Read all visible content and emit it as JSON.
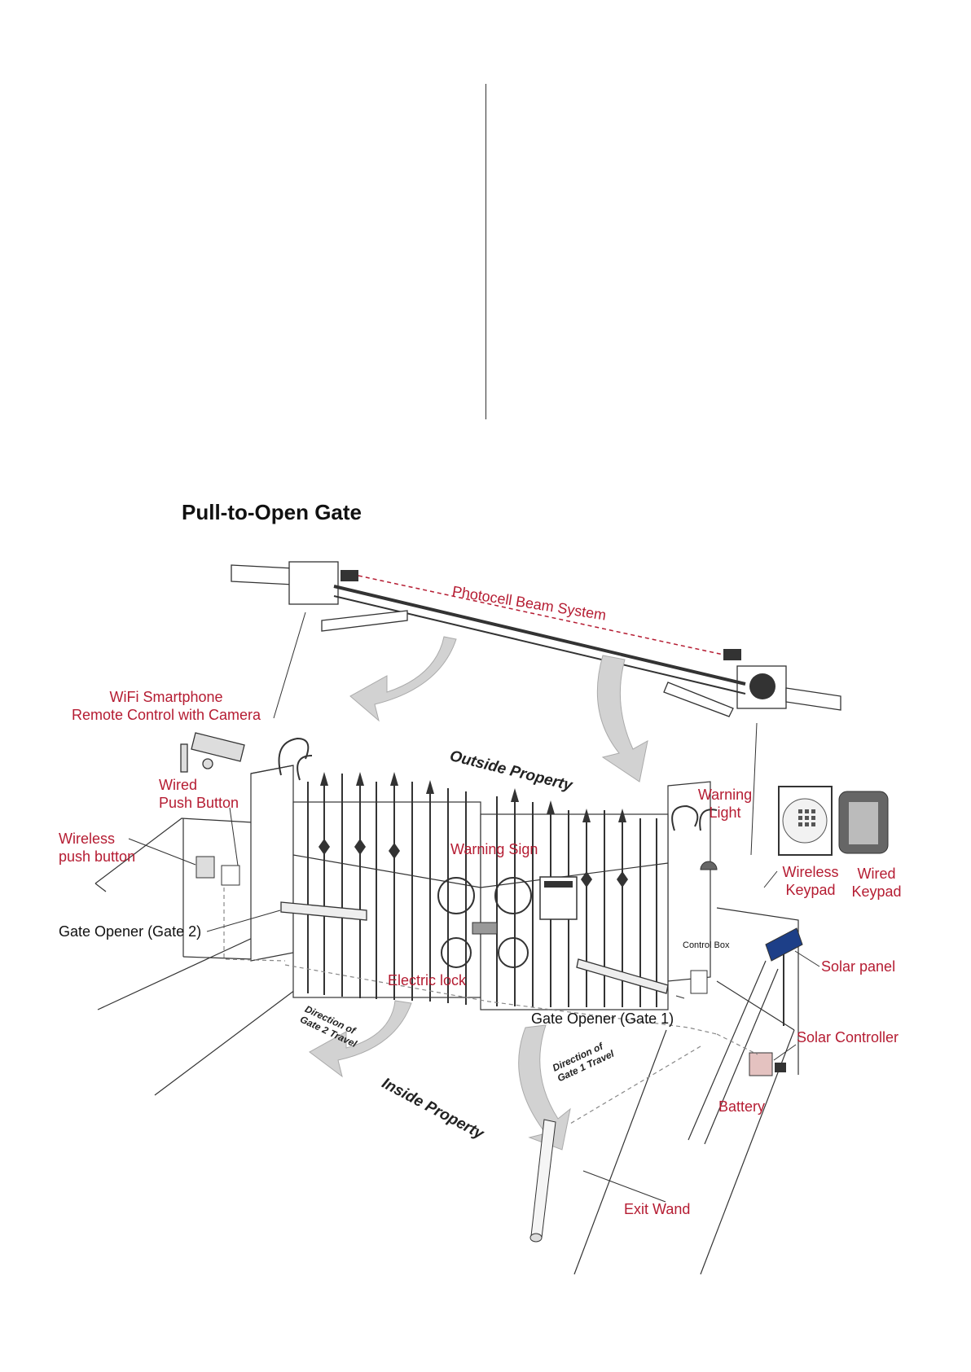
{
  "title": "Pull-to-Open Gate",
  "labels": {
    "photocell": "Photocell Beam System",
    "wifi_line1": "WiFi Smartphone",
    "wifi_line2": "Remote Control with Camera",
    "wired_push_line1": "Wired",
    "wired_push_line2": "Push Button",
    "wireless_push_line1": "Wireless",
    "wireless_push_line2": "push button",
    "warning_light_line1": "Warning",
    "warning_light_line2": "Light",
    "warning_sign": "Warning Sign",
    "wireless_keypad_line1": "Wireless",
    "wireless_keypad_line2": "Keypad",
    "wired_keypad_line1": "Wired",
    "wired_keypad_line2": "Keypad",
    "gate_opener_2": "Gate Opener (Gate 2)",
    "gate_opener_1": "Gate Opener (Gate 1)",
    "electric_lock": "Electric lock",
    "control_box": "Control Box",
    "solar_panel": "Solar panel",
    "solar_controller": "Solar Controller",
    "battery": "Battery",
    "exit_wand": "Exit Wand",
    "outside_property": "Outside Property",
    "inside_property": "Inside Property",
    "dir_gate2_line1": "Direction of",
    "dir_gate2_line2": "Gate 2 Travel",
    "dir_gate1_line1": "Direction of",
    "dir_gate1_line2": "Gate 1 Travel"
  },
  "colors": {
    "label_red": "#b51c32",
    "line": "#333333",
    "arrow_gray": "#d2d2d2"
  }
}
